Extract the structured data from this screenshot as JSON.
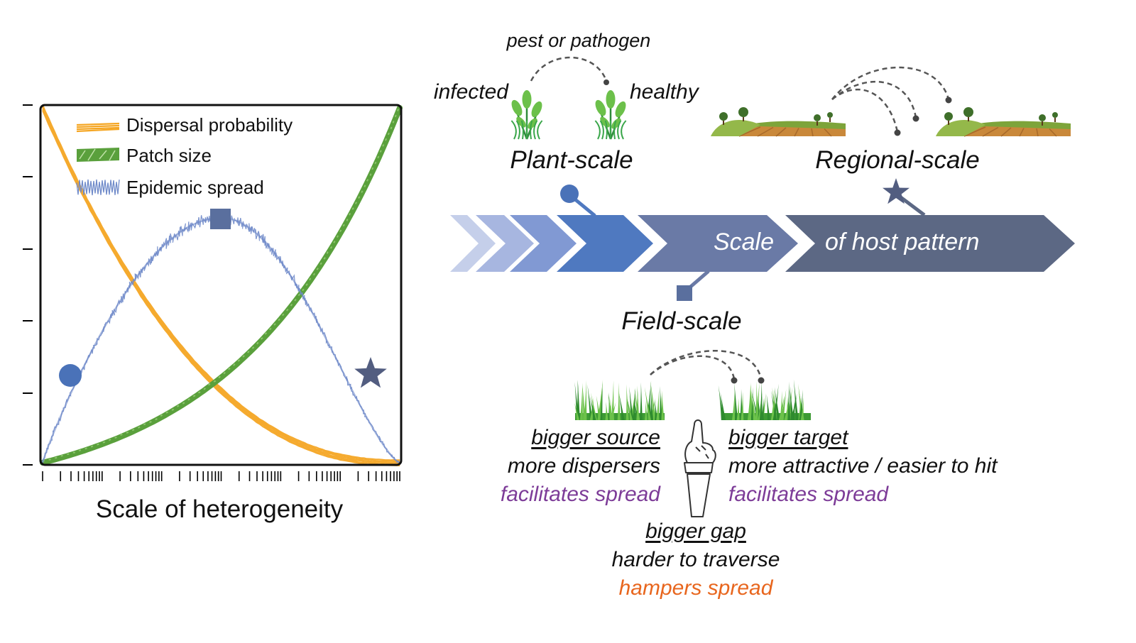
{
  "chart_data": {
    "type": "line",
    "xlabel": "Scale of heterogeneity",
    "ylabel": "",
    "x_axis": "log",
    "grid": false,
    "legend_position": "top-left",
    "series": [
      {
        "name": "Dispersal probability",
        "color": "#f5a623",
        "style": "decreasing"
      },
      {
        "name": "Patch size",
        "color": "#5aa03c",
        "style": "increasing"
      },
      {
        "name": "Epidemic spread",
        "color": "#6f8ac9",
        "style": "hump"
      }
    ],
    "markers": [
      {
        "shape": "circle",
        "color": "#4a72b8",
        "position": "small scale"
      },
      {
        "shape": "square",
        "color": "#5a6f9e",
        "position": "peak"
      },
      {
        "shape": "star",
        "color": "#525d80",
        "position": "large scale"
      }
    ]
  },
  "diagram": {
    "plant": {
      "title": "Plant-scale",
      "pest_label": "pest or pathogen",
      "infected_label": "infected",
      "healthy_label": "healthy"
    },
    "regional": {
      "title": "Regional-scale"
    },
    "field": {
      "title": "Field-scale"
    },
    "arrow": {
      "word1": "Scale",
      "word2": "of host pattern"
    },
    "source": {
      "heading": "bigger source",
      "line": "more dispersers",
      "effect": "facilitates spread"
    },
    "target": {
      "heading": "bigger target",
      "line": "more attractive / easier to hit",
      "effect": "facilitates spread"
    },
    "gap": {
      "heading": "bigger gap",
      "line": "harder to traverse",
      "effect": "hampers spread"
    }
  },
  "colors": {
    "dispersal": "#f5a623",
    "patch": "#5aa03c",
    "epidemic": "#6f8ac9",
    "chevron_light": "#c5cfea",
    "chevron_mid": "#7f98d3",
    "chevron_dark": "#4f79c0",
    "arrow_mid": "#6a7aa6",
    "arrow_dark": "#5c6884",
    "purple": "#7d3c98",
    "orange": "#e8661e"
  }
}
